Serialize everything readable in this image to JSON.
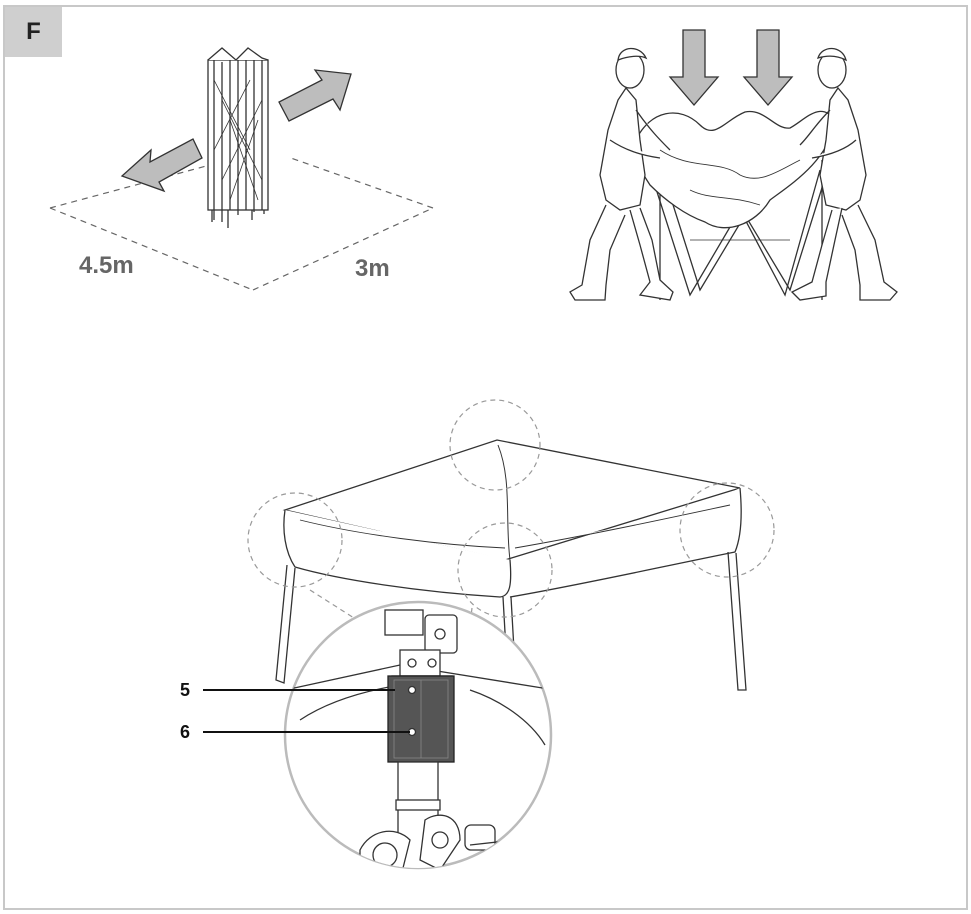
{
  "step": {
    "label": "F"
  },
  "dimensions": {
    "length": "4.5m",
    "width": "3m"
  },
  "callouts": [
    {
      "number": "5"
    },
    {
      "number": "6"
    }
  ],
  "icons": {
    "arrows": [
      "direction-arrow-left",
      "direction-arrow-right",
      "down-arrow-left",
      "down-arrow-right"
    ]
  },
  "colors": {
    "arrow_fill": "#bdbdbd",
    "strap_fill": "#555555",
    "line": "#333333",
    "guide_dash": "#999999"
  }
}
